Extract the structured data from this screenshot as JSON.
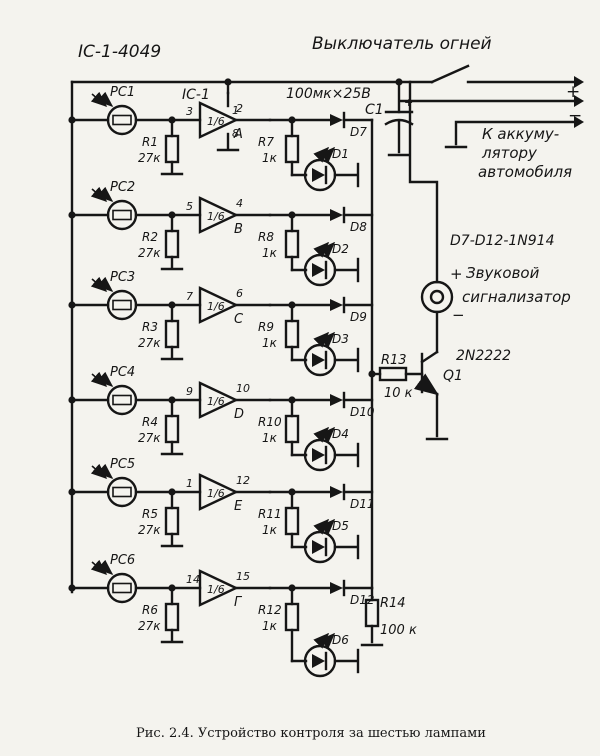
{
  "title": {
    "ic_type": "IC-1-4049",
    "ic_instance": "IC-1",
    "light_switch": "Выключатель огней"
  },
  "battery": {
    "line1": "К аккуму-",
    "line2": "лятору",
    "line3": "автомобиля",
    "plus": "+",
    "minus": "−"
  },
  "capacitor": {
    "name": "C1",
    "value": "100мк×25В"
  },
  "notes": {
    "diodes": "D7-D12-1N914"
  },
  "buzzer": {
    "line1": "Звуковой",
    "line2": "сигнализатор",
    "plus": "+",
    "minus": "−"
  },
  "transistor": {
    "type": "2N2222",
    "name": "Q1",
    "base_resistor": "R13",
    "base_resistor_value": "10 к"
  },
  "pullup": {
    "name": "R14",
    "value": "100 к"
  },
  "gate_fraction": "1/6",
  "stages": [
    {
      "photocell": "PC1",
      "res": "R1",
      "res_value": "27к",
      "in_pin": "3",
      "out_pin": "2",
      "gate": "A",
      "extra_pins": [
        "1",
        "8"
      ],
      "led_res": "R7",
      "led_res_value": "1к",
      "led": "D1",
      "diode": "D7"
    },
    {
      "photocell": "PC2",
      "res": "R2",
      "res_value": "27к",
      "in_pin": "5",
      "out_pin": "4",
      "gate": "B",
      "extra_pins": [],
      "led_res": "R8",
      "led_res_value": "1к",
      "led": "D2",
      "diode": "D8"
    },
    {
      "photocell": "PC3",
      "res": "R3",
      "res_value": "27к",
      "in_pin": "7",
      "out_pin": "6",
      "gate": "C",
      "extra_pins": [],
      "led_res": "R9",
      "led_res_value": "1к",
      "led": "D3",
      "diode": "D9"
    },
    {
      "photocell": "PC4",
      "res": "R4",
      "res_value": "27к",
      "in_pin": "9",
      "out_pin": "10",
      "gate": "D",
      "extra_pins": [],
      "led_res": "R10",
      "led_res_value": "1к",
      "led": "D4",
      "diode": "D10"
    },
    {
      "photocell": "PC5",
      "res": "R5",
      "res_value": "27к",
      "in_pin": "1",
      "out_pin": "12",
      "gate": "E",
      "extra_pins": [],
      "led_res": "R11",
      "led_res_value": "1к",
      "led": "D5",
      "diode": "D11"
    },
    {
      "photocell": "PC6",
      "res": "R6",
      "res_value": "27к",
      "in_pin": "14",
      "out_pin": "15",
      "gate": "Г",
      "extra_pins": [],
      "led_res": "R12",
      "led_res_value": "1к",
      "led": "D6",
      "diode": "D12"
    }
  ],
  "caption": "Рис. 2.4. Устройство контроля за шестью лампами"
}
